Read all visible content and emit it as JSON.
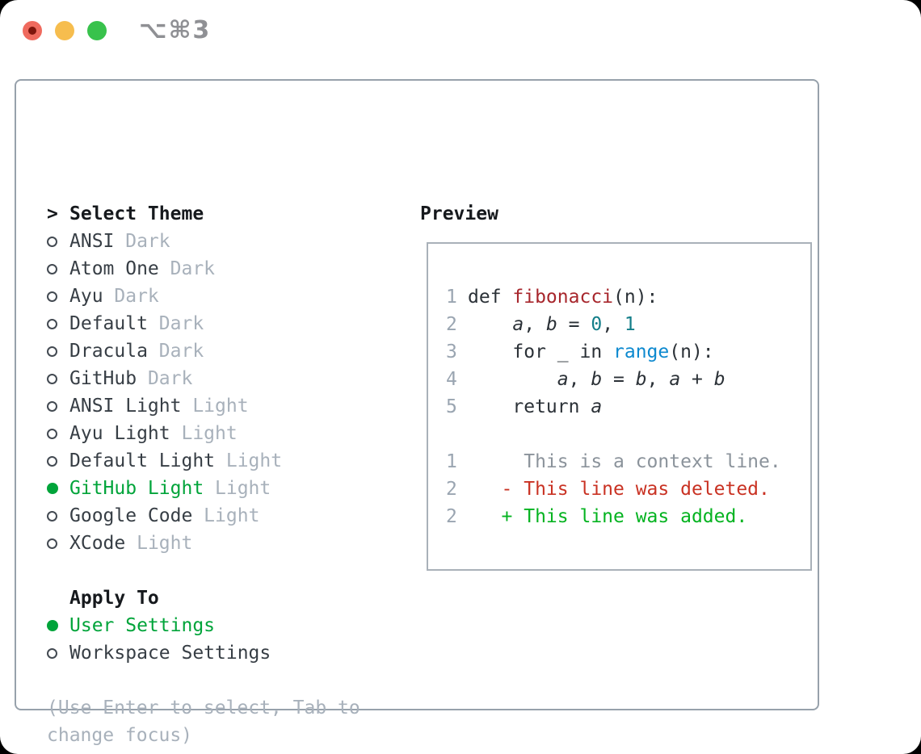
{
  "window": {
    "titlebar": {
      "shortcut_label": "⌥⌘3",
      "traffic_lights": [
        "close",
        "minimize",
        "zoom"
      ]
    }
  },
  "left_panel": {
    "header": {
      "cursor": ">",
      "label": "Select Theme"
    },
    "themes": [
      {
        "name": "ANSI",
        "variant": "Dark",
        "selected": false
      },
      {
        "name": "Atom One",
        "variant": "Dark",
        "selected": false
      },
      {
        "name": "Ayu",
        "variant": "Dark",
        "selected": false
      },
      {
        "name": "Default",
        "variant": "Dark",
        "selected": false
      },
      {
        "name": "Dracula",
        "variant": "Dark",
        "selected": false
      },
      {
        "name": "GitHub",
        "variant": "Dark",
        "selected": false
      },
      {
        "name": "ANSI Light",
        "variant": "Light",
        "selected": false
      },
      {
        "name": "Ayu Light",
        "variant": "Light",
        "selected": false
      },
      {
        "name": "Default Light",
        "variant": "Light",
        "selected": false
      },
      {
        "name": "GitHub Light",
        "variant": "Light",
        "selected": true
      },
      {
        "name": "Google Code",
        "variant": "Light",
        "selected": false
      },
      {
        "name": "XCode",
        "variant": "Light",
        "selected": false
      }
    ],
    "apply_to": {
      "header": "Apply To",
      "options": [
        {
          "label": "User Settings",
          "selected": true
        },
        {
          "label": "Workspace Settings",
          "selected": false
        }
      ]
    },
    "hint_lines": [
      "(Use Enter to select, Tab to",
      "change focus)"
    ]
  },
  "preview": {
    "header": "Preview",
    "code_lines": [
      {
        "ln": "1",
        "segments": [
          [
            "plain",
            "def "
          ],
          [
            "func",
            "fibonacci"
          ],
          [
            "plain",
            "(n):"
          ]
        ]
      },
      {
        "ln": "2",
        "segments": [
          [
            "plain",
            "    "
          ],
          [
            "var",
            "a"
          ],
          [
            "plain",
            ", "
          ],
          [
            "var",
            "b"
          ],
          [
            "plain",
            " = "
          ],
          [
            "num",
            "0"
          ],
          [
            "plain",
            ", "
          ],
          [
            "num",
            "1"
          ]
        ]
      },
      {
        "ln": "3",
        "segments": [
          [
            "plain",
            "    for _ in "
          ],
          [
            "builtin",
            "range"
          ],
          [
            "plain",
            "(n):"
          ]
        ]
      },
      {
        "ln": "4",
        "segments": [
          [
            "plain",
            "        "
          ],
          [
            "var",
            "a"
          ],
          [
            "plain",
            ", "
          ],
          [
            "var",
            "b"
          ],
          [
            "plain",
            " = "
          ],
          [
            "var",
            "b"
          ],
          [
            "plain",
            ", "
          ],
          [
            "var",
            "a"
          ],
          [
            "plain",
            " + "
          ],
          [
            "var",
            "b"
          ]
        ]
      },
      {
        "ln": "5",
        "segments": [
          [
            "plain",
            "    return "
          ],
          [
            "var",
            "a"
          ]
        ]
      },
      {
        "ln": "",
        "segments": []
      },
      {
        "ln": "1",
        "segments": [
          [
            "ctx",
            "     This is a context line."
          ]
        ]
      },
      {
        "ln": "2",
        "segments": [
          [
            "del",
            "   - This line was deleted."
          ]
        ]
      },
      {
        "ln": "2",
        "segments": [
          [
            "add",
            "   + This line was added."
          ]
        ]
      }
    ]
  },
  "colors": {
    "accent_green": "#00a43a",
    "muted_gray": "#a8b1bb",
    "text_dark": "#373e45",
    "panel_border": "#97a1ab",
    "preview_border": "#a9b1b9",
    "line_number_gray": "#9aa5b1",
    "syntax_function_red": "#a7262c",
    "syntax_number_teal": "#137e89",
    "syntax_builtin_blue": "#0d89cf",
    "diff_context_gray": "#8b939b",
    "diff_deleted_red": "#c93223",
    "diff_added_green": "#04b320",
    "traffic_red": "#ef6a5e",
    "traffic_yellow": "#f6bd4e",
    "traffic_green": "#38c24c",
    "titlebar_text_gray": "#8f9094"
  }
}
